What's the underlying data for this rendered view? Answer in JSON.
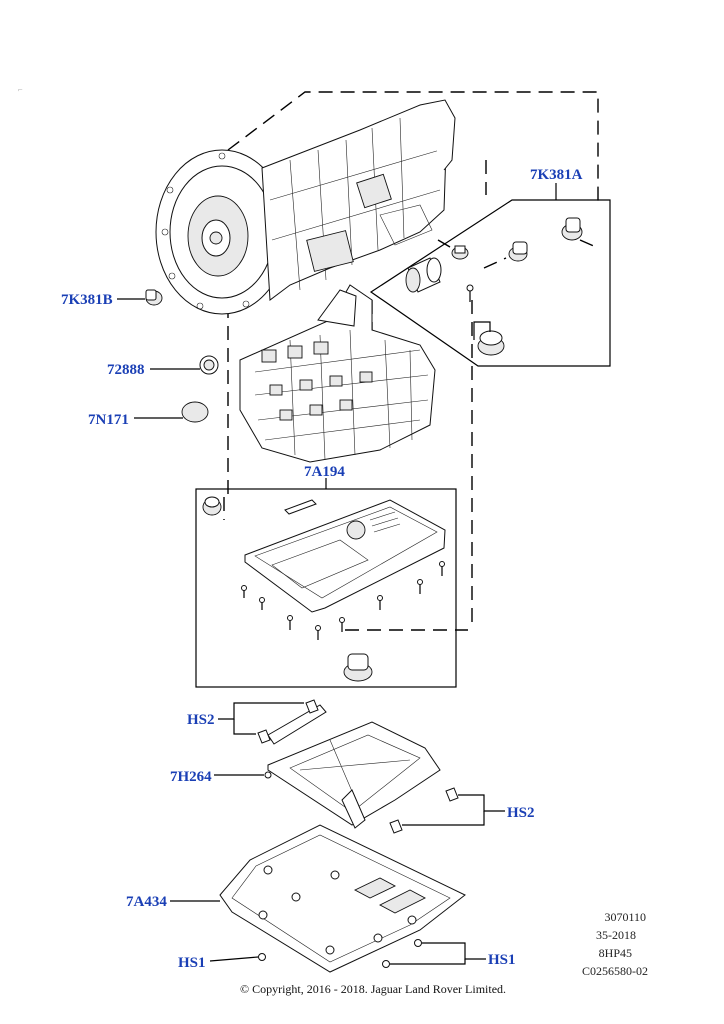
{
  "callouts": {
    "k381a": "7K381A",
    "k381b": "7K381B",
    "c72888": "72888",
    "n171": "7N171",
    "a194": "7A194",
    "hs2_left": "HS2",
    "h264": "7H264",
    "hs2_right": "HS2",
    "a434": "7A434",
    "hs1_left": "HS1",
    "hs1_right": "HS1"
  },
  "meta": {
    "line1": "3070110",
    "line2": "35-2018",
    "line3": "8HP45",
    "line4": "C0256580-02"
  },
  "copyright": "© Copyright, 2016 - 2018. Jaguar Land Rover Limited.",
  "colors": {
    "callout": "#1a3fb5",
    "line": "#000000"
  }
}
